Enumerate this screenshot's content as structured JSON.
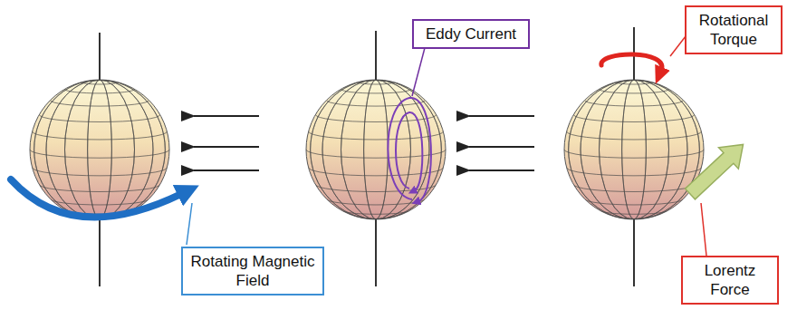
{
  "diagram": {
    "nodes": [
      {
        "text": [
          "Rotating Magnetic Field"
        ]
      },
      {
        "text": [
          "Eddy Current"
        ]
      },
      {
        "text": [
          "Rotational Torque"
        ]
      },
      {
        "text": [
          "Lorentz Force"
        ]
      }
    ]
  }
}
